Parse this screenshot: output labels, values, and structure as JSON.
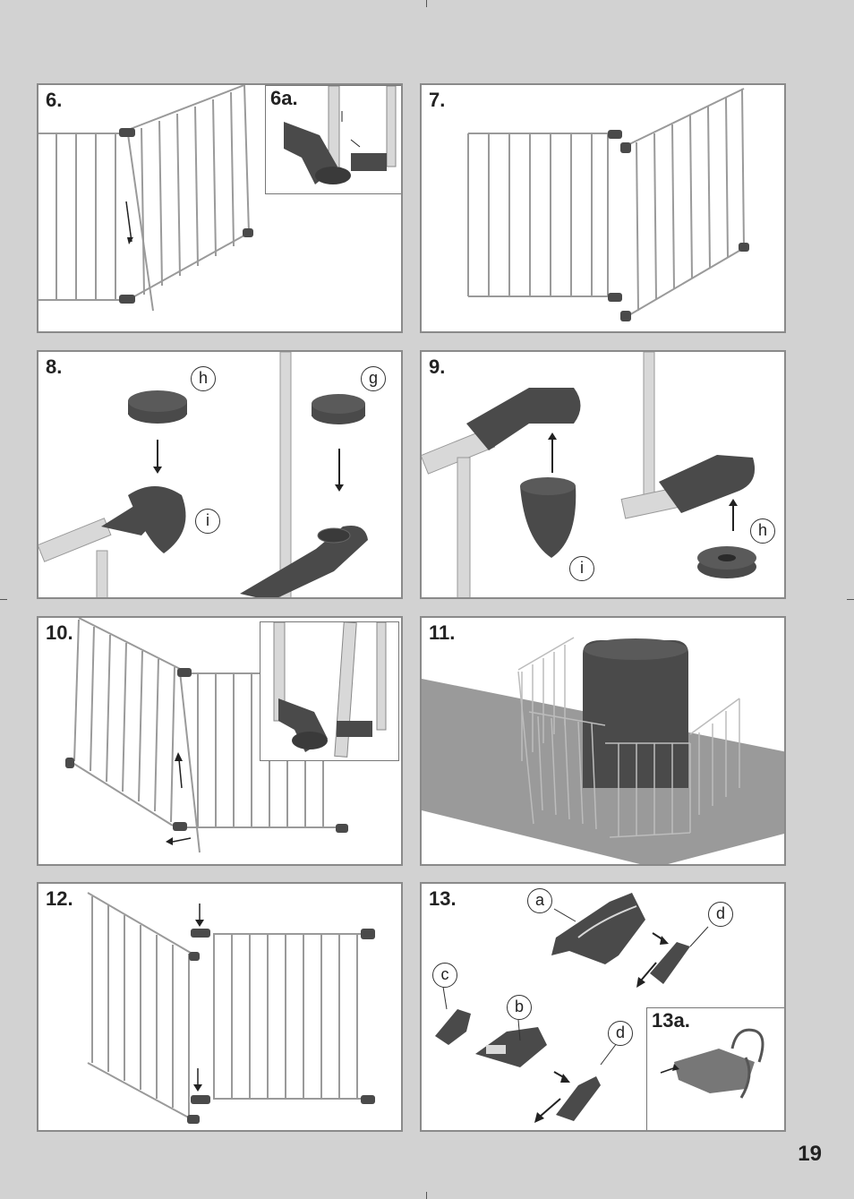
{
  "page_number": "19",
  "steps": {
    "s6": "6.",
    "s6a": "6a.",
    "s7": "7.",
    "s8": "8.",
    "s9": "9.",
    "s10": "10.",
    "s11": "11.",
    "s12": "12.",
    "s13": "13.",
    "s13a": "13a."
  },
  "callouts": {
    "p8_h": "h",
    "p8_g": "g",
    "p8_i": "i",
    "p9_i": "i",
    "p9_h": "h",
    "p13_a": "a",
    "p13_d1": "d",
    "p13_c": "c",
    "p13_b": "b",
    "p13_d2": "d"
  },
  "colors": {
    "page_bg": "#d2d2d2",
    "panel_border": "#8a8a8a",
    "part_dark": "#4a4a4a",
    "rail_light": "#b8b8b8"
  }
}
